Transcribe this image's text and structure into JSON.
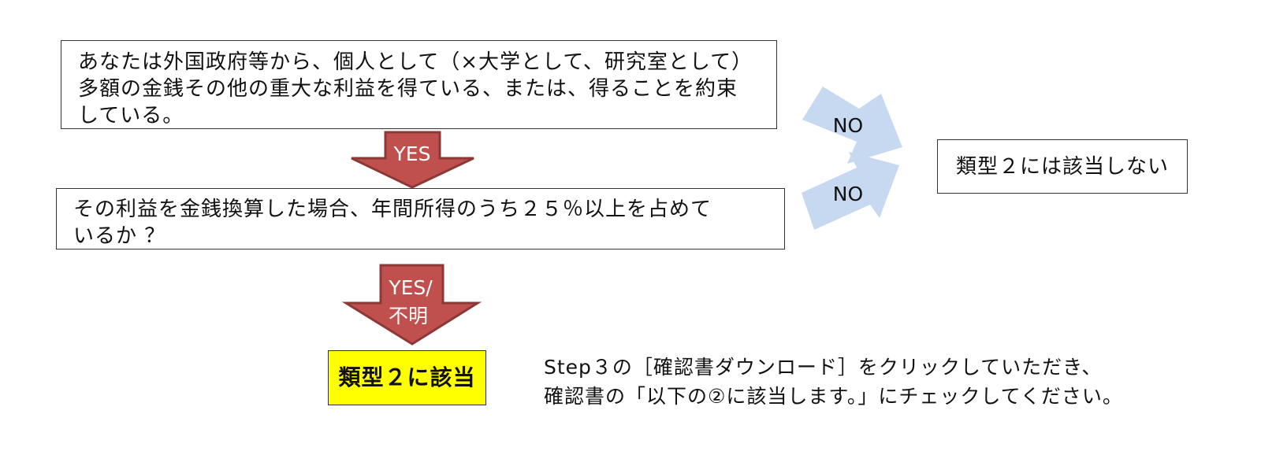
{
  "question1": {
    "lines": [
      "あなたは外国政府等から、個人として（×大学として、研究室として）",
      "多額の金銭その他の重大な利益を得ている、または、得ることを約束",
      "している。"
    ]
  },
  "question2": {
    "lines": [
      "その利益を金銭換算した場合、年間所得のうち２５％以上を占めて",
      "いるか ？"
    ]
  },
  "arrows": {
    "yes1": "YES",
    "yes2_line1": "YES/",
    "yes2_line2": "不明",
    "no1": "NO",
    "no2": "NO"
  },
  "not_applicable": "類型２には該当しない",
  "result": "類型２に該当",
  "instruction": {
    "line1": "Step３の［確認書ダウンロード］をクリックしていただき、",
    "line2": "確認書の「以下の②に該当します。」にチェックしてください。"
  },
  "colors": {
    "yes_arrow_fill": "#c0504d",
    "yes_arrow_stroke": "#8c3836",
    "no_arrow_fill": "#c6d9f0",
    "result_fill": "#ffff00"
  }
}
